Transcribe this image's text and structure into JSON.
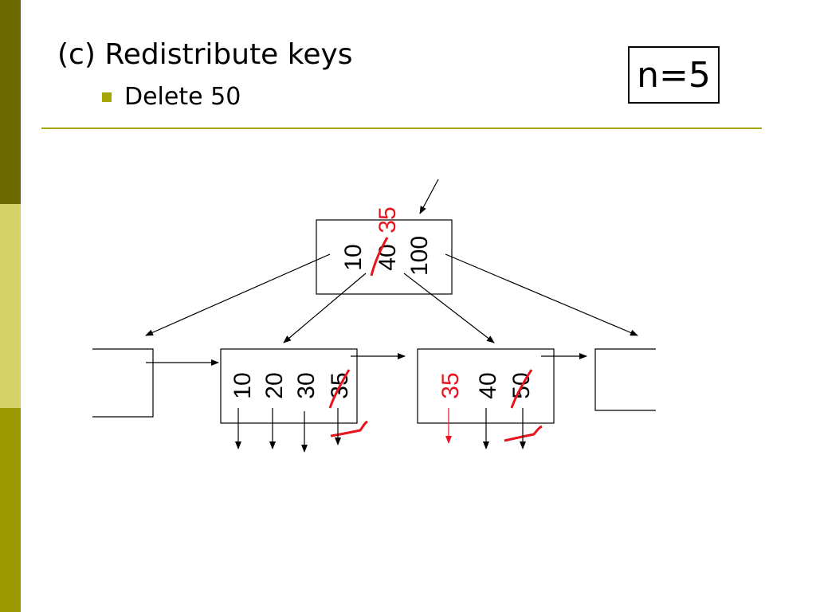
{
  "slide": {
    "title": "(c) Redistribute keys",
    "bullet": "Delete 50",
    "param": "n=5"
  },
  "tree": {
    "root_keys": [
      "10",
      "40",
      "100"
    ],
    "root_replacement_key": "35",
    "leaf_a_keys": [
      "10",
      "20",
      "30",
      "35"
    ],
    "leaf_b_keys": [
      "35",
      "40",
      "50"
    ]
  },
  "colors": {
    "band_dark": "#6b6b00",
    "band_light": "#d4d46a",
    "band_mid": "#9a9a00",
    "accent": "#a6a600",
    "annotation": "#e8131c"
  }
}
